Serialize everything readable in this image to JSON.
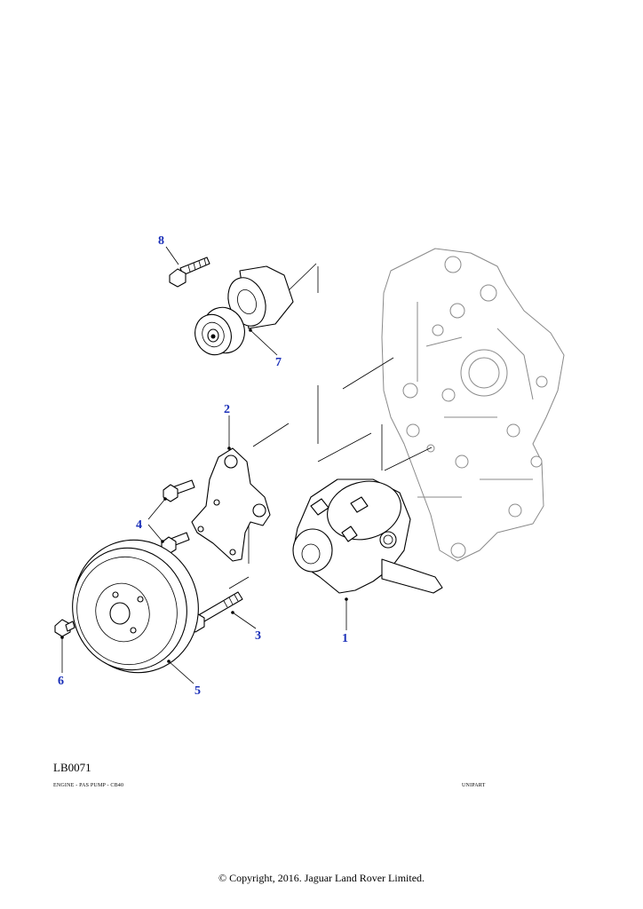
{
  "diagram": {
    "callouts": [
      "1",
      "2",
      "3",
      "4",
      "5",
      "6",
      "7",
      "8"
    ],
    "reference_code": "LB0071",
    "caption_left": "ENGINE - PAS PUMP - CB40",
    "caption_right": "UNIPART",
    "copyright": "© Copyright, 2016. Jaguar Land Rover Limited."
  }
}
